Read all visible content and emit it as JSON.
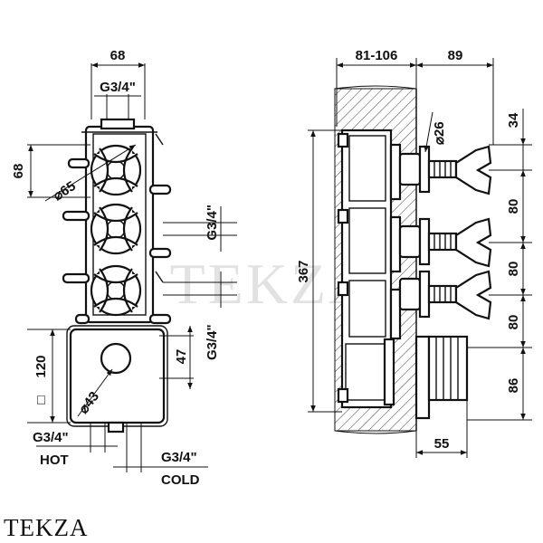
{
  "watermark": "TEKZA",
  "brand": "TEKZA",
  "front_view": {
    "width_top": "68",
    "inlet_top": "G3/4\"",
    "pitch_left": "68",
    "handle_dia": "65",
    "handle_dia_symbol": "⌀",
    "outlet_1": "G3/4\"",
    "outlet_2": "G3/4\"",
    "body_height": "47",
    "box_size": "120",
    "box_symbol": "□",
    "knob_dia": "43",
    "knob_dia_symbol": "⌀",
    "hot_thread": "G3/4\"",
    "hot_label": "HOT",
    "cold_thread": "G3/4\"",
    "cold_label": "COLD"
  },
  "side_view": {
    "depth_range": "81-106",
    "projection": "89",
    "total_height": "367",
    "spindle_dia": "26",
    "spindle_dia_symbol": "⌀",
    "offset_top": "34",
    "pitch_1": "80",
    "pitch_2": "80",
    "pitch_3": "80",
    "bottom_height": "86",
    "plate_depth": "55"
  }
}
